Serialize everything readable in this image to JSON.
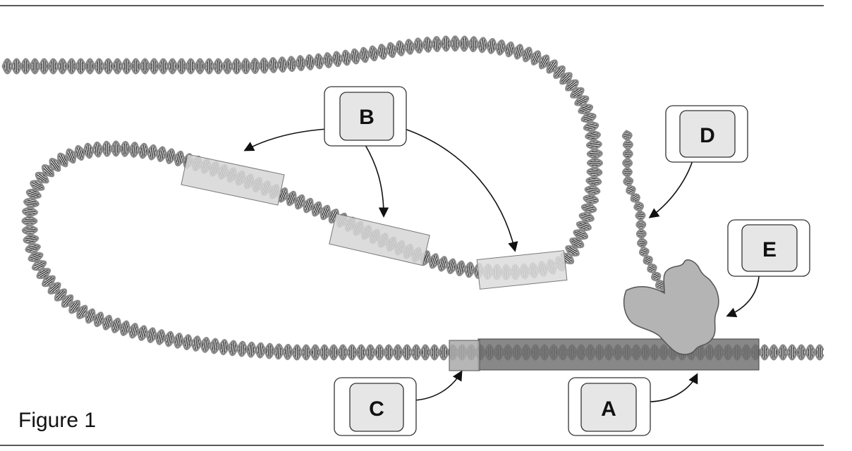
{
  "figure_label": "Figure 1",
  "labels": {
    "a": "A",
    "b": "B",
    "c": "C",
    "d": "D",
    "e": "E"
  },
  "colors": {
    "dna_backbone": "#8a8a8a",
    "dna_rungs": "#2b2b2b",
    "highlight_box": "#d6d6d6",
    "gene_dark": "#6e6e6e",
    "gene_promoter": "#a9a9a9",
    "enzyme": "#b4b4b4",
    "label_outer": "#ffffff",
    "label_inner": "#e6e6e6"
  }
}
